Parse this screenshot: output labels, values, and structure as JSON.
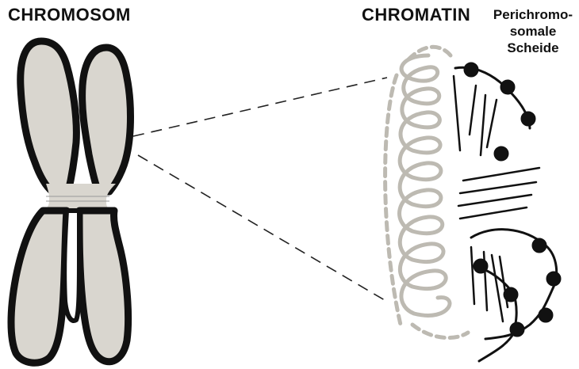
{
  "labels": {
    "chromosom": "CHROMOSOM",
    "chromatin": "CHROMATIN",
    "sheath_line1": "Perichromo-",
    "sheath_line2": "somale",
    "sheath_line3": "Scheide"
  },
  "colors": {
    "chromosome_fill": "#d9d6cf",
    "chromosome_outline": "#111111",
    "chromatin_fiber": "#bdbab2",
    "ink": "#111111"
  }
}
